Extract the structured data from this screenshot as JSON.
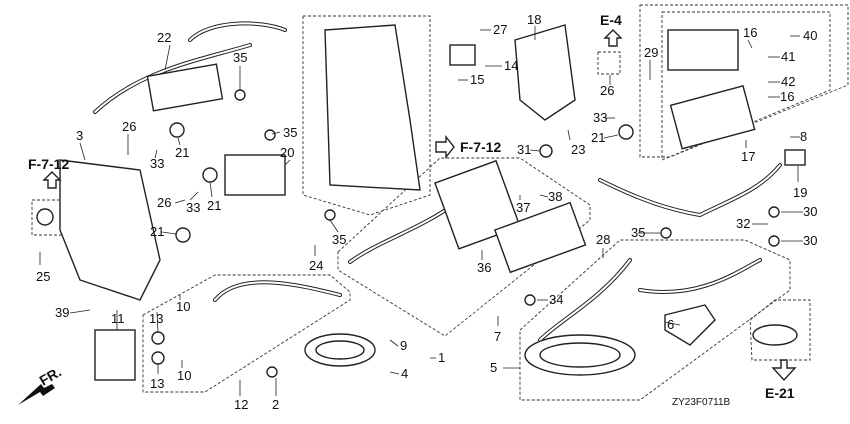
{
  "diagram": {
    "part_labels": [
      "22",
      "35",
      "26",
      "3",
      "21",
      "33",
      "35",
      "20",
      "26",
      "33",
      "21",
      "21",
      "25",
      "35",
      "24",
      "39",
      "11",
      "13",
      "10",
      "13",
      "10",
      "12",
      "2",
      "9",
      "4",
      "1",
      "27",
      "14",
      "15",
      "18",
      "29",
      "26",
      "33",
      "21",
      "31",
      "23",
      "16",
      "40",
      "41",
      "42",
      "16",
      "8",
      "17",
      "19",
      "30",
      "32",
      "30",
      "38",
      "37",
      "36",
      "35",
      "28",
      "34",
      "7",
      "6",
      "5"
    ],
    "reference_labels": [
      "F-7-12",
      "F-7-12",
      "E-4",
      "E-21"
    ],
    "front_marker": "FR.",
    "drawing_code": "ZY23F0711B"
  }
}
